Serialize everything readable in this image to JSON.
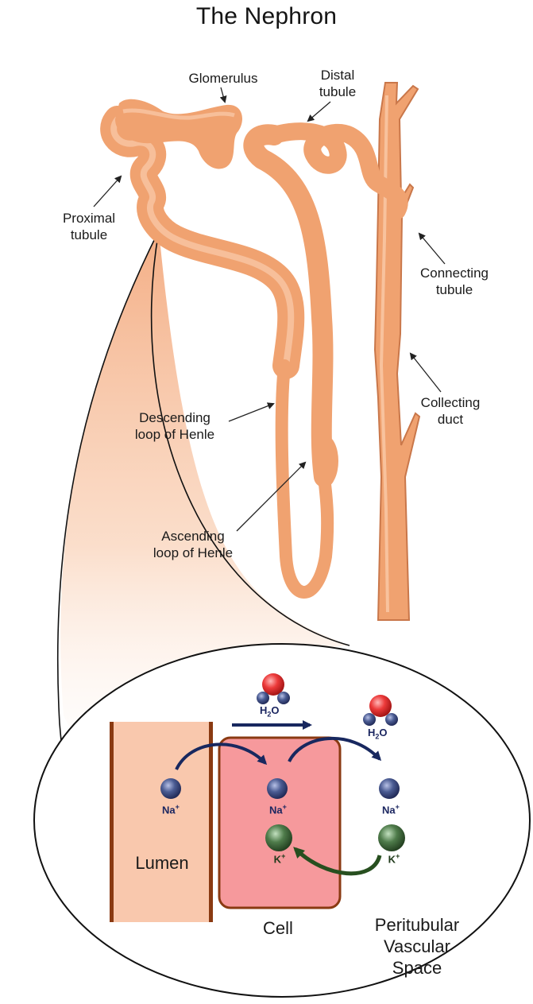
{
  "title": "The Nephron",
  "labels": {
    "glomerulus": "Glomerulus",
    "distal_1": "Distal",
    "distal_2": "tubule",
    "proximal_1": "Proximal",
    "proximal_2": "tubule",
    "connecting_1": "Connecting",
    "connecting_2": "tubule",
    "collecting_1": "Collecting",
    "collecting_2": "duct",
    "descending_1": "Descending",
    "descending_2": "loop of Henle",
    "ascending_1": "Ascending",
    "ascending_2": "loop of Henle"
  },
  "inset": {
    "lumen": "Lumen",
    "cell": "Cell",
    "space_1": "Peritubular",
    "space_2": "Vascular",
    "space_3": "Space",
    "na": "Na",
    "k": "K",
    "plus": "+",
    "h": "H",
    "two": "2",
    "o": "O"
  },
  "colors": {
    "tubule": "#f0a270",
    "tubule_dark": "#c9774a",
    "lumen_fill": "#f9c8ad",
    "lumen_border": "#8a3a12",
    "cell_fill": "#f6999c",
    "na_ball": "#3d4d80",
    "k_ball": "#3f6a3c",
    "water_o": "#e33a3a",
    "arrow_blue": "#18285f",
    "arrow_green": "#274f1f"
  }
}
